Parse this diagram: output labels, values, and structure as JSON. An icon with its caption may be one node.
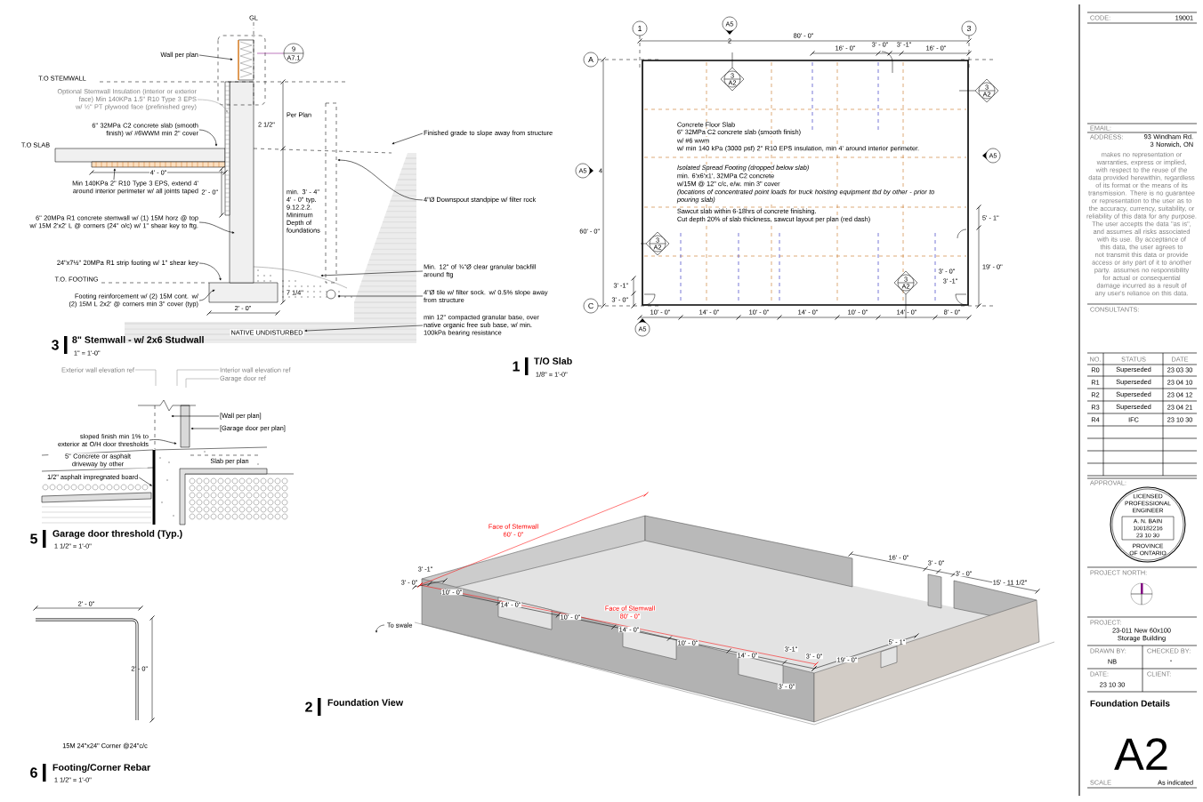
{
  "diagram": {
    "nodes": [
      {
        "text": [
          "Wall per plan"
        ]
      },
      {
        "text": [
          "Optional Stemwall Insulation (interior or exterior face) Min 140KPa 1.5\" R10 Type 3 EPS w/ ½\" PT plywood face (prefinished grey)"
        ]
      },
      {
        "text": [
          "6\" 32MPa C2 concrete slab (smooth finish) w/ #6WWM min 2\" cover"
        ]
      },
      {
        "text": [
          "Min 140KPa 2\" R10 Type 3 EPS, extend 4' around interior perimeter w/ all joints taped"
        ]
      },
      {
        "text": [
          "6\" 20MPa R1 concrete stemwall w/ (1) 15M horz @ top w/ 15M 2'x2' L @ corners (24\" o/c) w/ 1\" shear key to ftg."
        ]
      },
      {
        "text": [
          "24\"x7½\" 20MPa R1 strip footing w/ 1\" shear key"
        ]
      },
      {
        "text": [
          "Footing reinforcement w/ (2) 15M cont. w/ (2) 15M L 2x2' @ corners min 3\" cover (typ)"
        ]
      },
      {
        "text": [
          "Finished grade to slope away from structure"
        ]
      },
      {
        "text": [
          "4\"Ø Downspout standpipe w/ filter rock"
        ]
      },
      {
        "text": [
          "Min. 12\" of ¾\"Ø clear granular backfill around ftg"
        ]
      },
      {
        "text": [
          "4\"Ø tile w/ filter sock. w/ 0.5% slope away from structure"
        ]
      },
      {
        "text": [
          "min 12\" compacted granular base, over native organic free sub base, w/ min. 100kPa bearing resistance"
        ]
      },
      {
        "text": [
          "Exterior wall elevation ref"
        ]
      },
      {
        "text": [
          "Interior wall elevation ref"
        ]
      },
      {
        "text": [
          "Garage door ref"
        ]
      },
      {
        "text": [
          "[Wall per plan]"
        ]
      },
      {
        "text": [
          "[Garage door per plan]"
        ]
      },
      {
        "text": [
          "sloped finish min 1% to exterior at O/H door thresholds"
        ]
      },
      {
        "text": [
          "1/2\" asphalt impregnated board"
        ]
      },
      {
        "text": [
          "NATIVE UNDISTURBED"
        ]
      },
      {
        "text": [],
        "shape": "bar"
      }
    ],
    "edges": [
      {
        "from": 0,
        "to": null,
        "arrow": "to"
      },
      {
        "from": 1,
        "to": null,
        "arrow": "to",
        "color": "#a0a0a0"
      },
      {
        "from": 2,
        "to": null,
        "arrow": "to"
      },
      {
        "from": 3,
        "to": null,
        "arrow": "to"
      },
      {
        "from": 4,
        "to": null,
        "arrow": "to"
      },
      {
        "from": 5,
        "to": null,
        "arrow": "to"
      },
      {
        "from": 6,
        "to": null,
        "arrow": "to"
      },
      {
        "from": 7,
        "to": null,
        "arrow": "to"
      },
      {
        "from": 8,
        "to": null,
        "arrow": "to"
      },
      {
        "from": 9,
        "to": null,
        "arrow": "to"
      },
      {
        "from": 10,
        "to": null,
        "arrow": "to"
      },
      {
        "from": 11,
        "to": 19,
        "arrow": "to"
      },
      {
        "from": 12,
        "to": null,
        "arrow": "none",
        "color": "#a0a0a0"
      },
      {
        "from": 13,
        "to": null,
        "arrow": "none",
        "color": "#a0a0a0"
      },
      {
        "from": 14,
        "to": null,
        "arrow": "none",
        "color": "#a0a0a0"
      },
      {
        "from": 15,
        "to": null,
        "arrow": "to"
      },
      {
        "from": 16,
        "to": null,
        "arrow": "to"
      },
      {
        "from": 17,
        "to": null,
        "arrow": "to"
      },
      {
        "from": 18,
        "to": 20,
        "arrow": "to"
      }
    ],
    "labels": [
      "GL",
      "9",
      "A7.1",
      "T.O STEMWALL",
      "2 1/2\"",
      "Per Plan",
      "T.O SLAB",
      "4' - 0\"",
      "2' - 0\"",
      "min. 3' - 4\" 4' - 0\" typ. 9.12.2.2. Minimum Depth of foundations",
      "T.O. FOOTING",
      "7 1/4\"",
      "2' - 0\"",
      "3",
      "8\" Stemwall - w/ 2x6 Studwall",
      "1\" = 1'-0\"",
      "5\" Concrete or asphalt driveway by other",
      "Slab per plan",
      "5",
      "Garage door threshold (Typ.)",
      "1 1/2\" = 1'-0\"",
      "2' - 0\"",
      "2' - 0\"",
      "15M 24\"x24\" Corner @24\"c/c",
      "6",
      "Footing/Corner Rebar",
      "1 1/2\" = 1'-0\"",
      "1",
      "3",
      "A",
      "C",
      "A5",
      "2",
      "A5",
      "4",
      "A5",
      "A5",
      "3",
      "A2",
      "3",
      "A2",
      "3",
      "A2",
      "3",
      "A2",
      "80' - 0\"",
      "16' - 0\"",
      "3' - 0\"",
      "3' -1\"",
      "16' - 0\"",
      "60' - 0\"",
      "5' - 1\"",
      "19' - 0\"",
      "3' - 0\"",
      "3' -1\"",
      "3' -1\"",
      "3' - 0\"",
      "10' - 0\"",
      "14' - 0\"",
      "10' - 0\"",
      "14' - 0\"",
      "10' - 0\"",
      "14' - 0\"",
      "8' - 0\"",
      "Concrete Floor Slab",
      "6\" 32MPa C2 concrete slab (smooth finish)",
      "w/ #6 wwm",
      "w/ min 140 kPa (3000 psf) 2\" R10 EPS insulation, min 4' around interior perimeter.",
      "Isolated Spread Footing (dropped below slab)",
      "min. 6'x6'x1', 32MPa C2 concrete",
      "w/15M @ 12\" c/c, e/w. min 3\" cover",
      "(locations of concentrated point loads for truck hoisting equipment tbd by other - prior to pouring slab)",
      "Sawcut slab within 6-18hrs of concrete finishing.",
      "Cut depth 20% of slab thickness, sawcut layout per plan (red dash)",
      "1",
      "T/O Slab",
      "1/8\" = 1'-0\"",
      "Face of Stemwall",
      "60' - 0\"",
      "3' -1\"",
      "3' - 0\"",
      "10' - 0\"",
      "14' - 0\"",
      "10' - 0\"",
      "14' - 0\"",
      "10' - 0\"",
      "14' - 0\"",
      "Face of Stemwall",
      "80' - 0\"",
      "3'-1\"",
      "3' - 0\"",
      "19' - 0\"",
      "5' - 1\"",
      "3' - 0\"",
      "16' - 0\"",
      "3' - 0\"",
      "3' - 0\"",
      "15' - 11 1/2\"",
      "To swale",
      "2",
      "Foundation View",
      "CODE:",
      "19001",
      "EMAIL:",
      "ADDRESS:",
      "93 Windham Rd. 3 Norwich, ON",
      "makes no representation or warranties, express or implied, with respect to the reuse of the data provided herewithin, regardless of its format or the means of its transmission. There is no guarantee or representation to the user as to the accuracy, currency, suitability, or reliability of this data for any purpose. The user accepts the data \"as is\", and assumes all risks associated with its use. By acceptance of this data, the user agrees to not transmit this data or provide access or any part of it to another party. assumes no responsibility for actual or consequential damage incurred as a result of any user's reliance on this data.",
      "CONSULTANTS:",
      "NO.",
      "STATUS",
      "DATE",
      "R0",
      "Superseded",
      "23 03 30",
      "R1",
      "Superseded",
      "23 04 10",
      "R2",
      "Superseded",
      "23 04 12",
      "R3",
      "Superseded",
      "23 04 21",
      "R4",
      "IFC",
      "23 10 30",
      "APPROVAL:",
      "LICENSED PROFESSIONAL ENGINEER",
      "A. N. BAIN",
      "100182216",
      "23 10 30",
      "PROVINCE OF ONTARIO",
      "PROJECT NORTH:",
      "PROJECT:",
      "23-011 New 60x100 Storage Building",
      "DRAWN BY:",
      "CHECKED BY:",
      "NB",
      "-",
      "DATE:",
      "CLIENT:",
      "23 10 30",
      "Foundation Details",
      "A2",
      "SCALE",
      "As indicated"
    ]
  }
}
